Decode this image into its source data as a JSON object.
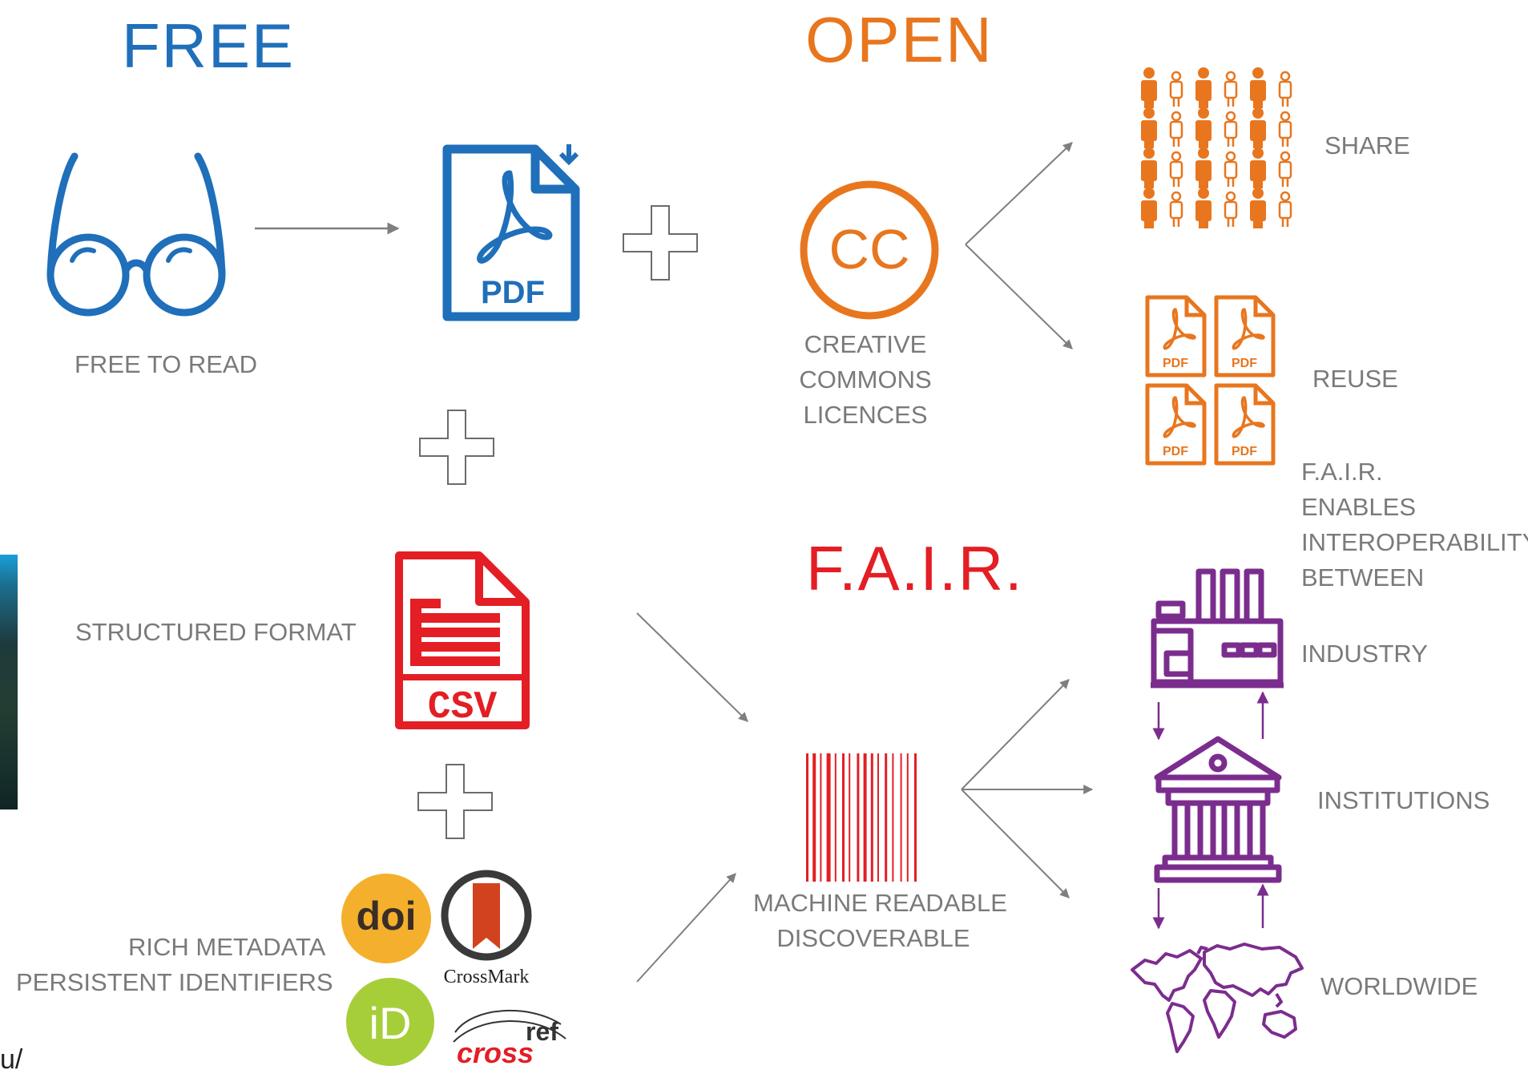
{
  "headings": {
    "free": "FREE",
    "open": "OPEN",
    "fair": "F.A.I.R."
  },
  "labels": {
    "free_to_read": "FREE TO READ",
    "structured_format": "STRUCTURED FORMAT",
    "rich_metadata": [
      "RICH METADATA",
      "PERSISTENT IDENTIFIERS"
    ],
    "creative_commons": [
      "CREATIVE",
      "COMMONS",
      "LICENCES"
    ],
    "machine_readable": [
      "MACHINE READABLE",
      "DISCOVERABLE"
    ],
    "share": "SHARE",
    "reuse": "REUSE",
    "fair_enables": [
      "F.A.I.R.",
      "ENABLES",
      "INTEROPERABILITY",
      "BETWEEN"
    ],
    "industry": "INDUSTRY",
    "institutions": "INSTITUTIONS",
    "worldwide": "WORLDWIDE",
    "partial_url": "u/"
  },
  "icon_text": {
    "pdf": "PDF",
    "csv": "CSV",
    "cc": "CC",
    "doi": "doi",
    "crossmark": "CrossMark",
    "orcid": "iD",
    "crossref_a": "cross",
    "crossref_b": "ref"
  },
  "icons": [
    "glasses-icon",
    "pdf-document-icon",
    "plus-icon",
    "creative-commons-icon",
    "people-crowd-icon",
    "pdf-grid-icon",
    "csv-document-icon",
    "barcode-icon",
    "factory-icon",
    "institution-icon",
    "world-map-icon",
    "doi-logo",
    "crossmark-logo",
    "orcid-logo",
    "crossref-logo"
  ],
  "colors": {
    "free_blue": "#1f6fba",
    "open_orange": "#e8761e",
    "fair_red": "#e31e24",
    "purple": "#7b2d8e",
    "label_gray": "#7a7a7a",
    "arrow_gray": "#7f7f7f",
    "doi_yellow": "#f4b02c",
    "orcid_green": "#a6ce39",
    "crossmark_red": "#d2421e"
  }
}
